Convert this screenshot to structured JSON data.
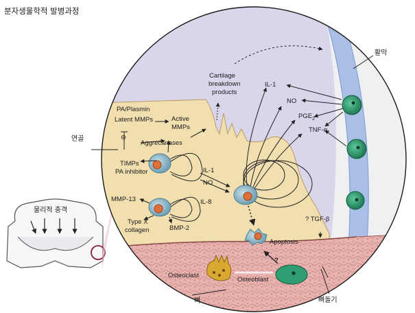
{
  "title": "분자생물학적 발병과정",
  "labels": {
    "synovium": "활막",
    "cartilage": "연골",
    "impact": "물리적 충격",
    "bone": "뼈",
    "osteophyte": "뼈돌기",
    "breakdown_line1": "Cartilage",
    "breakdown_line2": "breakdown",
    "breakdown_line3": "products",
    "pa_plasmin": "PA/Plasmin",
    "latent_mmps": "Latent MMPs",
    "active_line1": "Active",
    "active_line2": "MMPs",
    "aggrecanases": "Aggrecanases",
    "minus": "⊖",
    "timps": "TIMPs",
    "pa_inhibitor": "PA inhibitor",
    "il1_center": "IL-1",
    "no_center": "NO",
    "mmp13": "MMP-13",
    "il8": "IL-8",
    "typex_line1": "Type X",
    "typex_line2": "collagen",
    "bmp2": "BMP-2",
    "il1_top": "IL-1",
    "no_top": "NO",
    "pge2": "PGE",
    "pge2_sub": "2",
    "tnf": "TNF-α",
    "tgf": "? TGF-β",
    "apoptosis": "Apoptosis",
    "osteoclast": "Osteoclast",
    "osteoblast": "Osteoblast",
    "question": "?"
  },
  "colors": {
    "synovial_fluid": "#d9d6ec",
    "cartilage": "#f2dfb0",
    "synovium_band": "#a9bfe6",
    "bone": "#e9b7b4",
    "cell_green": "#2f9c72",
    "chondrocyte": "#8fb8c8",
    "nucleus": "#e0703a"
  }
}
